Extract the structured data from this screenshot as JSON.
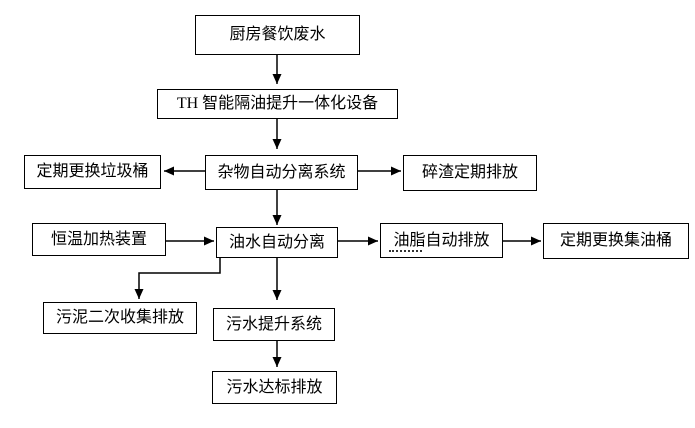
{
  "diagram": {
    "type": "flowchart",
    "nodes": {
      "kitchen": {
        "label": "厨房餐饮废水"
      },
      "th_unit": {
        "label": "TH 智能隔油提升一体化设备"
      },
      "trash_bin": {
        "label": "定期更换垃圾桶"
      },
      "debris_separation": {
        "label": "杂物自动分离系统"
      },
      "debris_discharge": {
        "label": "碎渣定期排放"
      },
      "heater": {
        "label": "恒温加热装置"
      },
      "oil_water_separation": {
        "label": "油水自动分离"
      },
      "grease_discharge": {
        "label": "油脂自动排放"
      },
      "oil_barrel": {
        "label": "定期更换集油桶"
      },
      "sludge_discharge": {
        "label": "污泥二次收集排放"
      },
      "sewage_lift": {
        "label": "污水提升系统"
      },
      "sewage_standard": {
        "label": "污水达标排放"
      }
    },
    "edges": [
      {
        "from": "kitchen",
        "to": "th_unit"
      },
      {
        "from": "th_unit",
        "to": "debris_separation"
      },
      {
        "from": "debris_separation",
        "to": "trash_bin"
      },
      {
        "from": "debris_separation",
        "to": "debris_discharge"
      },
      {
        "from": "debris_separation",
        "to": "oil_water_separation"
      },
      {
        "from": "heater",
        "to": "oil_water_separation"
      },
      {
        "from": "oil_water_separation",
        "to": "grease_discharge"
      },
      {
        "from": "grease_discharge",
        "to": "oil_barrel"
      },
      {
        "from": "oil_water_separation",
        "to": "sludge_discharge"
      },
      {
        "from": "oil_water_separation",
        "to": "sewage_lift"
      },
      {
        "from": "sewage_lift",
        "to": "sewage_standard"
      }
    ],
    "colors": {
      "line": "#000000",
      "box_border": "#000000",
      "text": "#000000",
      "background": "#ffffff"
    }
  }
}
